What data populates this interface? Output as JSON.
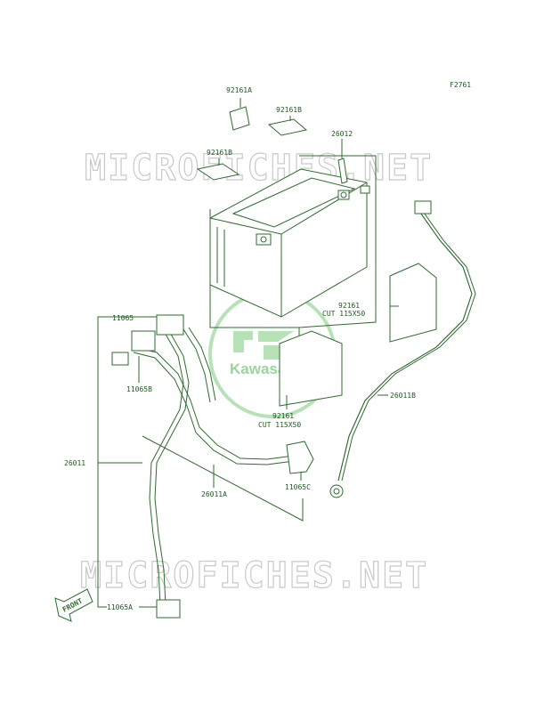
{
  "figure_code": "F2761",
  "watermark": {
    "top": "MICROFICHES.NET",
    "bottom": "MICROFICHES.NET"
  },
  "logo": {
    "brand": "Kawasaki"
  },
  "front_arrow": "FRONT",
  "callouts": {
    "p92161A": "92161A",
    "p92161B_top": "92161B",
    "p92161B_left": "92161B",
    "p26012": "26012",
    "p92161_right": "92161",
    "p92161_right_cut": "CUT 115X50",
    "p11065": "11065",
    "p11065B": "11065B",
    "p92161_center": "92161",
    "p92161_center_cut": "CUT 115X50",
    "p26011B": "26011B",
    "p26011": "26011",
    "p26011A": "26011A",
    "p11065C": "11065C",
    "p11065A": "11065A"
  },
  "colors": {
    "line": "#2e6b2e",
    "text": "#1f5a1f",
    "watermark": "#c9c9c9",
    "logo": "#9bd59b"
  }
}
